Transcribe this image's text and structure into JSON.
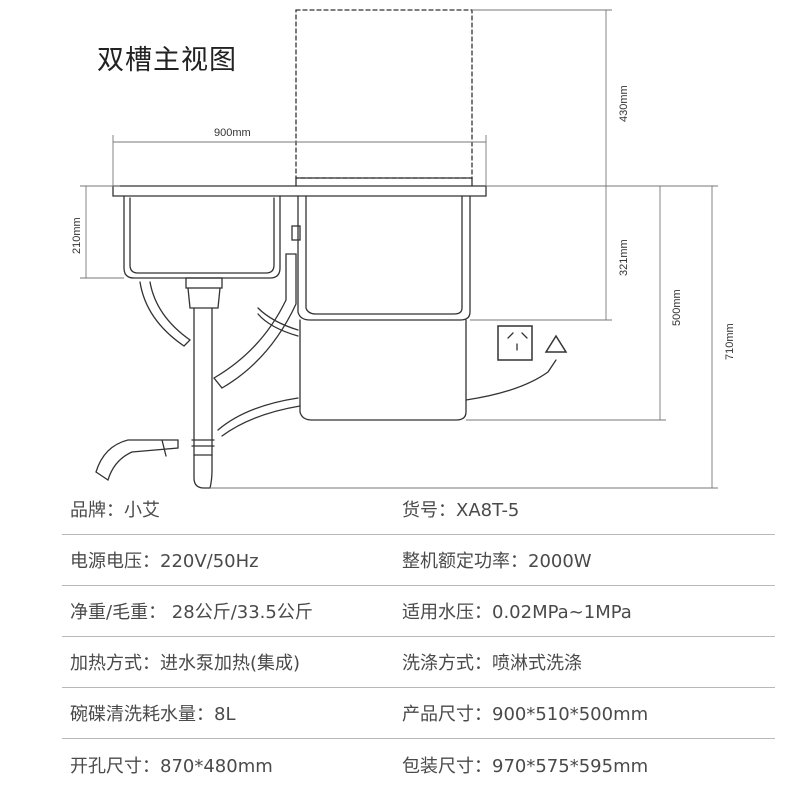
{
  "title": "双槽主视图",
  "dimensions": {
    "width_900": "900mm",
    "depth_210": "210mm",
    "h_430": "430mm",
    "h_321": "321mm",
    "h_500": "500mm",
    "h_710": "710mm"
  },
  "specs": [
    {
      "left": "品牌：小艾",
      "right": "货号：XA8T-5"
    },
    {
      "left": "电源电压：220V/50Hz",
      "right": "整机额定功率：2000W"
    },
    {
      "left": "净重/毛重： 28公斤/33.5公斤",
      "right": "适用水压：0.02MPa~1MPa"
    },
    {
      "left": "加热方式：进水泵加热(集成)",
      "right": "洗涤方式：喷淋式洗涤"
    },
    {
      "left": "碗碟清洗耗水量：8L",
      "right": "产品尺寸：900*510*500mm"
    },
    {
      "left": "开孔尺寸：870*480mm",
      "right": "包装尺寸：970*575*595mm"
    }
  ],
  "colors": {
    "line": "#333333",
    "dim_line": "#777777",
    "divider": "#b8b8b8"
  },
  "icons": [
    "wall-socket-icon",
    "plug-icon"
  ]
}
